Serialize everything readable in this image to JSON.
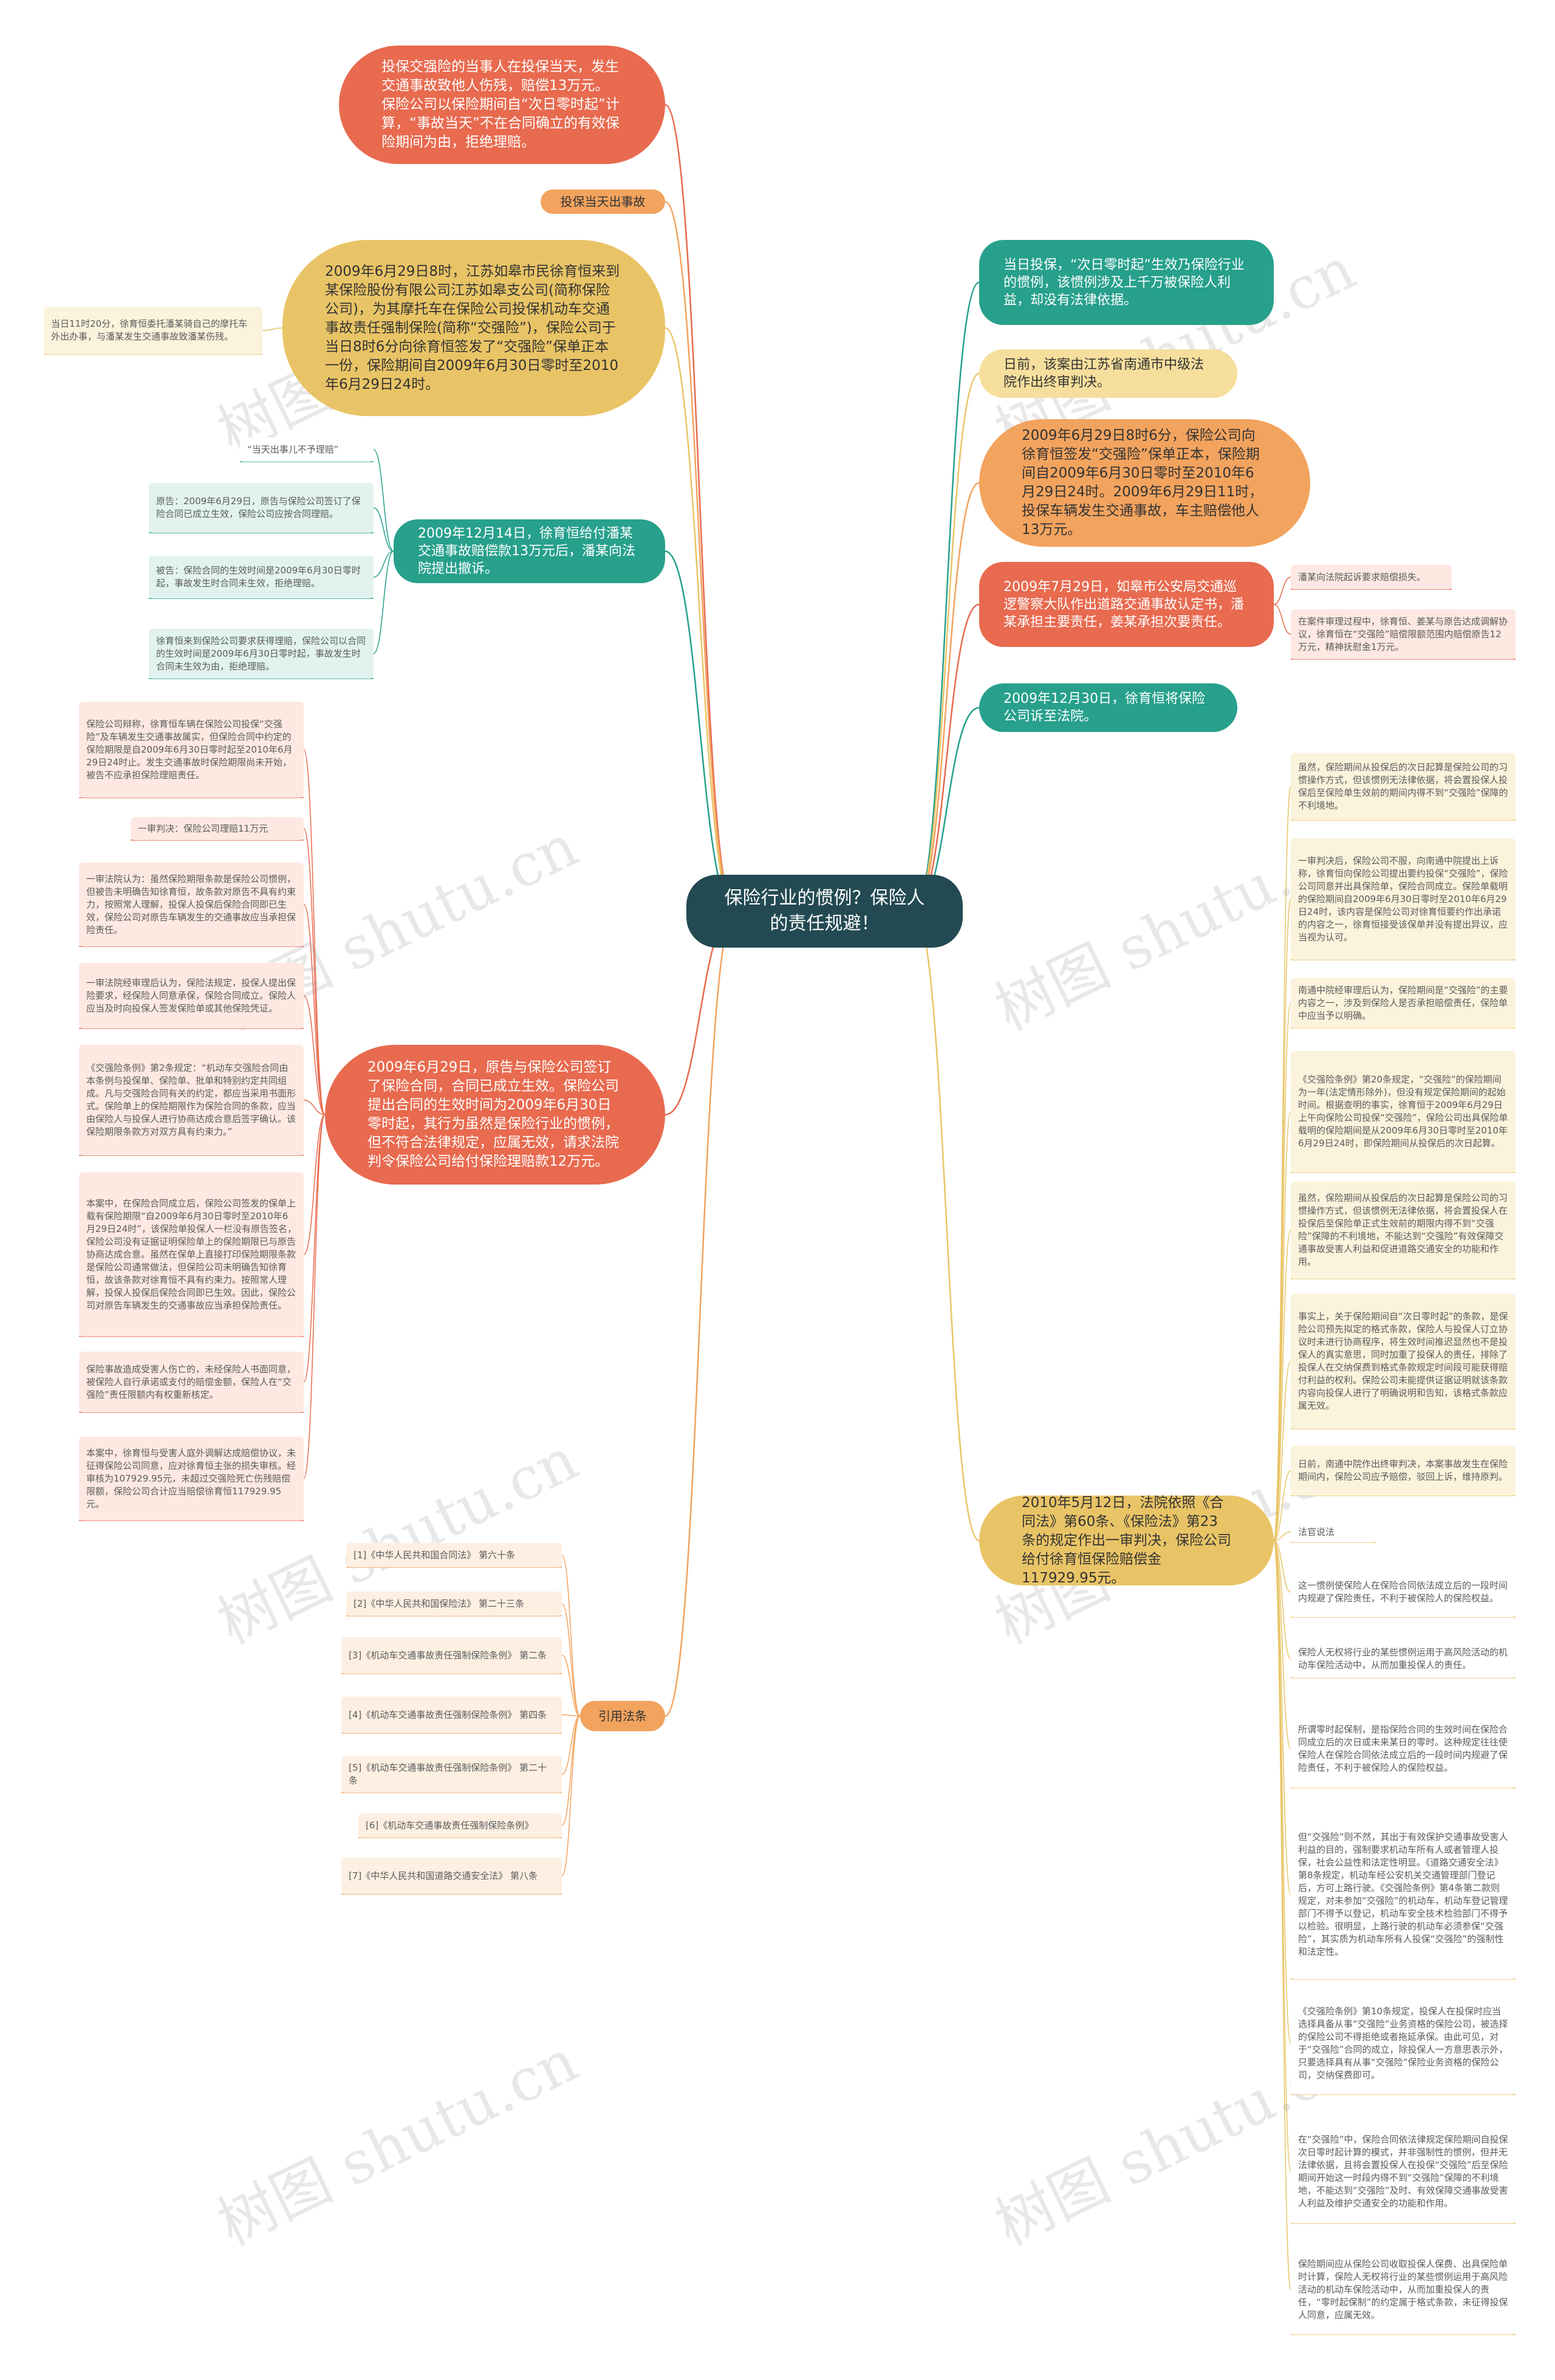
{
  "root": {
    "label": "保险行业的惯例？保险人的责任规避！"
  },
  "left": {
    "top_node": "投保交强险的当事人在投保当天，发生交通事故致他人伤残，赔偿13万元。保险公司以保险期间自“次日零时起”计算，“事故当天”不在合同确立的有效保险期间为由，拒绝理赔。",
    "tag_accident": "投保当天出事故",
    "case_node": "2009年6月29日8时，江苏如皋市民徐育恒来到某保险股份有限公司江苏如皋支公司(简称保险公司)，为其摩托车在保险公司投保机动车交通事故责任强制保险(简称“交强险”)，保险公司于当日8时6分向徐育恒签发了“交强险”保单正本一份，保险期间自2009年6月30日零时至2010年6月29日24时。",
    "case_note": "当日11时20分，徐育恒委托潘某骑自己的摩托车外出办事，与潘某发生交通事故致潘某伤残。",
    "payment_node": "2009年12月14日，徐育恒给付潘某交通事故赔偿款13万元后，潘某向法院提出撤诉。",
    "payment_notes": [
      "“当天出事儿不予理赔”",
      "原告：2009年6月29日，原告与保险公司签订了保险合同已成立生效，保险公司应按合同理赔。",
      "被告：保险合同的生效时间是2009年6月30日零时起，事故发生时合同未生效，拒绝理赔。",
      "徐育恒来到保险公司要求获得理赔，保险公司以合同的生效时间是2009年6月30日零时起，事故发生时合同未生效为由，拒绝理赔。"
    ],
    "sign_node": "2009年6月29日，原告与保险公司签订了保险合同，合同已成立生效。保险公司提出合同的生效时间为2009年6月30日零时起，其行为虽然是保险行业的惯例，但不符合法律规定，应属无效，请求法院判令保险公司给付保险理赔款12万元。",
    "sign_notes": [
      "保险公司辩称，徐育恒车辆在保险公司投保“交强险”及车辆发生交通事故属实，但保险合同中约定的保险期限是自2009年6月30日零时起至2010年6月29日24时止。发生交通事故时保险期限尚未开始，被告不应承担保险理赔责任。",
      "一审判决：保险公司理赔11万元",
      "一审法院认为：虽然保险期限条款是保险公司惯例，但被告未明确告知徐育恒，故条款对原告不具有约束力，按照常人理解，投保人投保后保险合同即已生效，保险公司对原告车辆发生的交通事故应当承担保险责任。",
      "一审法院经审理后认为，保险法规定，投保人提出保险要求，经保险人同意承保，保险合同成立。保险人应当及时向投保人签发保险单或其他保险凭证。",
      "《交强险条例》第2条规定：“机动车交强险合同由本条例与投保单、保险单、批单和特别约定共同组成。凡与交强险合同有关的约定，都应当采用书面形式。保险单上的保险期限作为保险合同的条款，应当由保险人与投保人进行协商达成合意后签字确认。该保险期限条款方对双方具有约束力。”",
      "本案中，在保险合同成立后，保险公司签发的保单上载有保险期限“自2009年6月30日零时至2010年6月29日24时”，该保险单投保人一栏没有原告签名，保险公司没有证据证明保险单上的保险期限已与原告协商达成合意。虽然在保单上直接打印保险期限条款是保险公司通常做法，但保险公司未明确告知徐育恒，故该条款对徐育恒不具有约束力。按照常人理解，投保人投保后保险合同即已生效。因此，保险公司对原告车辆发生的交通事故应当承担保险责任。",
      "保险事故造成受害人伤亡的，未经保险人书面同意，被保险人自行承诺或支付的赔偿金额，保险人在“交强险”责任限额内有权重新核定。",
      "本案中，徐育恒与受害人庭外调解达成赔偿协议，未征得保险公司同意，应对徐育恒主张的损失审核。经审核为107929.95元，未超过交强险死亡伤残赔偿限额，保险公司合计应当赔偿徐育恒117929.95元。"
    ],
    "tag_law": "引用法条",
    "laws": [
      "[1]《中华人民共和国合同法》 第六十条",
      "[2]《中华人民共和国保险法》 第二十三条",
      "[3]《机动车交通事故责任强制保险条例》 第二条",
      "[4]《机动车交通事故责任强制保险条例》 第四条",
      "[5]《机动车交通事故责任强制保险条例》 第二十条",
      "[6]《机动车交通事故责任强制保险条例》",
      "[7]《中华人民共和国道路交通安全法》 第八条"
    ]
  },
  "right": {
    "next_day_node": "当日投保，“次日零时起”生效乃保险行业的惯例，该惯例涉及上千万被保险人利益，却没有法律依据。",
    "court_node": "日前，该案由江苏省南通市中级法院作出终审判决。",
    "policy_node": "2009年6月29日8时6分，保险公司向徐育恒签发“交强险”保单正本，保险期间自2009年6月30日零时至2010年6月29日24时。2009年6月29日11时，投保车辆发生交通事故，车主赔偿他人13万元。",
    "police_node": "2009年7月29日，如皋市公安局交通巡逻警察大队作出道路交通事故认定书，潘某承担主要责任，姜某承担次要责任。",
    "police_notes": [
      "潘某向法院起诉要求赔偿损失。",
      "在案件审理过程中，徐育恒、姜某与原告达成调解协议，徐育恒在“交强险”赔偿限额范围内赔偿原告12万元，精神抚慰金1万元。"
    ],
    "sue_node": "2009年12月30日，徐育恒将保险公司诉至法院。",
    "verdict_node": "2010年5月12日，法院依照《合同法》第60条、《保险法》第23条的规定作出一审判决，保险公司给付徐育恒保险赔偿金117929.95元。",
    "verdict_notes": [
      "虽然，保险期间从投保后的次日起算是保险公司的习惯操作方式，但该惯例无法律依据，将会置投保人投保后至保险单生效前的期间内得不到“交强险”保障的不利境地。",
      "一审判决后，保险公司不服，向南通中院提出上诉称，徐育恒向保险公司提出要约投保“交强险”，保险公司同意并出具保险单，保险合同成立。保险单载明的保险期间自2009年6月30日零时至2010年6月29日24时，该内容是保险公司对徐育恒要约作出承诺的内容之一，徐育恒接受该保单并没有提出异议，应当视为认可。",
      "南通中院经审理后认为，保险期间是“交强险”的主要内容之一，涉及到保险人是否承担赔偿责任，保险单中应当予以明确。",
      "《交强险条例》第20条规定，“交强险”的保险期间为一年(法定情形除外)，但没有规定保险期间的起始时间。根据查明的事实，徐育恒于2009年6月29日上午向保险公司投保“交强险”，保险公司出具保险单载明的保险期间是从2009年6月30日零时至2010年6月29日24时，即保险期间从投保后的次日起算。",
      "虽然，保险期间从投保后的次日起算是保险公司的习惯操作方式，但该惯例无法律依据，将会置投保人在投保后至保险单正式生效前的期限内得不到“交强险”保障的不利境地，不能达到“交强险”有效保障交通事故受害人利益和促进道路交通安全的功能和作用。",
      "事实上，关于保险期间自“次日零时起”的条款，是保险公司预先拟定的格式条款，保险人与投保人订立协议时未进行协商程序，将生效时间推迟显然也不是投保人的真实意思，同时加重了投保人的责任，排除了投保人在交纳保费到格式条款规定时间段可能获得赔付利益的权利。保险公司未能提供证据证明就该条款内容向投保人进行了明确说明和告知，该格式条款应属无效。",
      "日前，南通中院作出终审判决，本案事故发生在保险期间内，保险公司应予赔偿，驳回上诉，维持原判。",
      "法官说法",
      "这一惯例使保险人在保险合同依法成立后的一段时间内规避了保险责任，不利于被保险人的保险权益。",
      "保险人无权将行业的某些惯例运用于高风险活动的机动车保险活动中，从而加重投保人的责任。",
      "所谓零时起保制，是指保险合同的生效时间在保险合同成立后的次日或未来某日的零时。这种规定往往使保险人在保险合同依法成立后的一段时间内规避了保险责任，不利于被保险人的保险权益。",
      "但“交强险”则不然，其出于有效保护交通事故受害人利益的目的，强制要求机动车所有人或者管理人投保，社会公益性和法定性明显。《道路交通安全法》第8条规定，机动车经公安机关交通管理部门登记后，方可上路行驶。《交强险条例》第4条第二款则规定，对未参加“交强险”的机动车，机动车登记管理部门不得予以登记，机动车安全技术检验部门不得予以检验。很明显，上路行驶的机动车必须参保“交强险”，其实质为机动车所有人投保“交强险”的强制性和法定性。",
      "《交强险条例》第10条规定，投保人在投保时应当选择具备从事“交强险”业务资格的保险公司，被选择的保险公司不得拒绝或者拖延承保。由此可见，对于“交强险”合同的成立，除投保人一方意思表示外，只要选择具有从事“交强险”保险业务资格的保险公司，交纳保费即可。",
      "在“交强险”中，保险合同依法律规定保险期间自投保次日零时起计算的模式，并非强制性的惯例，但并无法律依据，且将会置投保人在投保“交强险”后至保险期间开始这一时段内得不到“交强险”保障的不利境地，不能达到“交强险”及时、有效保障交通事故受害人利益及维护交通安全的功能和作用。",
      "保险期间应从保险公司收取投保人保费、出具保险单时计算，保险人无权将行业的某些惯例运用于高风险活动的机动车保险活动中，从而加重投保人的责任，“零时起保制”的约定属于格式条款，未征得投保人同意，应属无效。"
    ]
  },
  "watermarks": [
    "树图 shutu.cn",
    "树图 shutu.cn",
    "树图 shutu.cn",
    "树图 shutu.cn",
    "树图 shutu.cn",
    "树图 shutu.cn",
    "树图 shutu.cn",
    "树图 shutu.cn"
  ],
  "colors": {
    "root": "#234a52",
    "red": "#e86a4f",
    "yellow": "#e9c466",
    "teal": "#27a08c",
    "orange": "#f2a35e"
  }
}
